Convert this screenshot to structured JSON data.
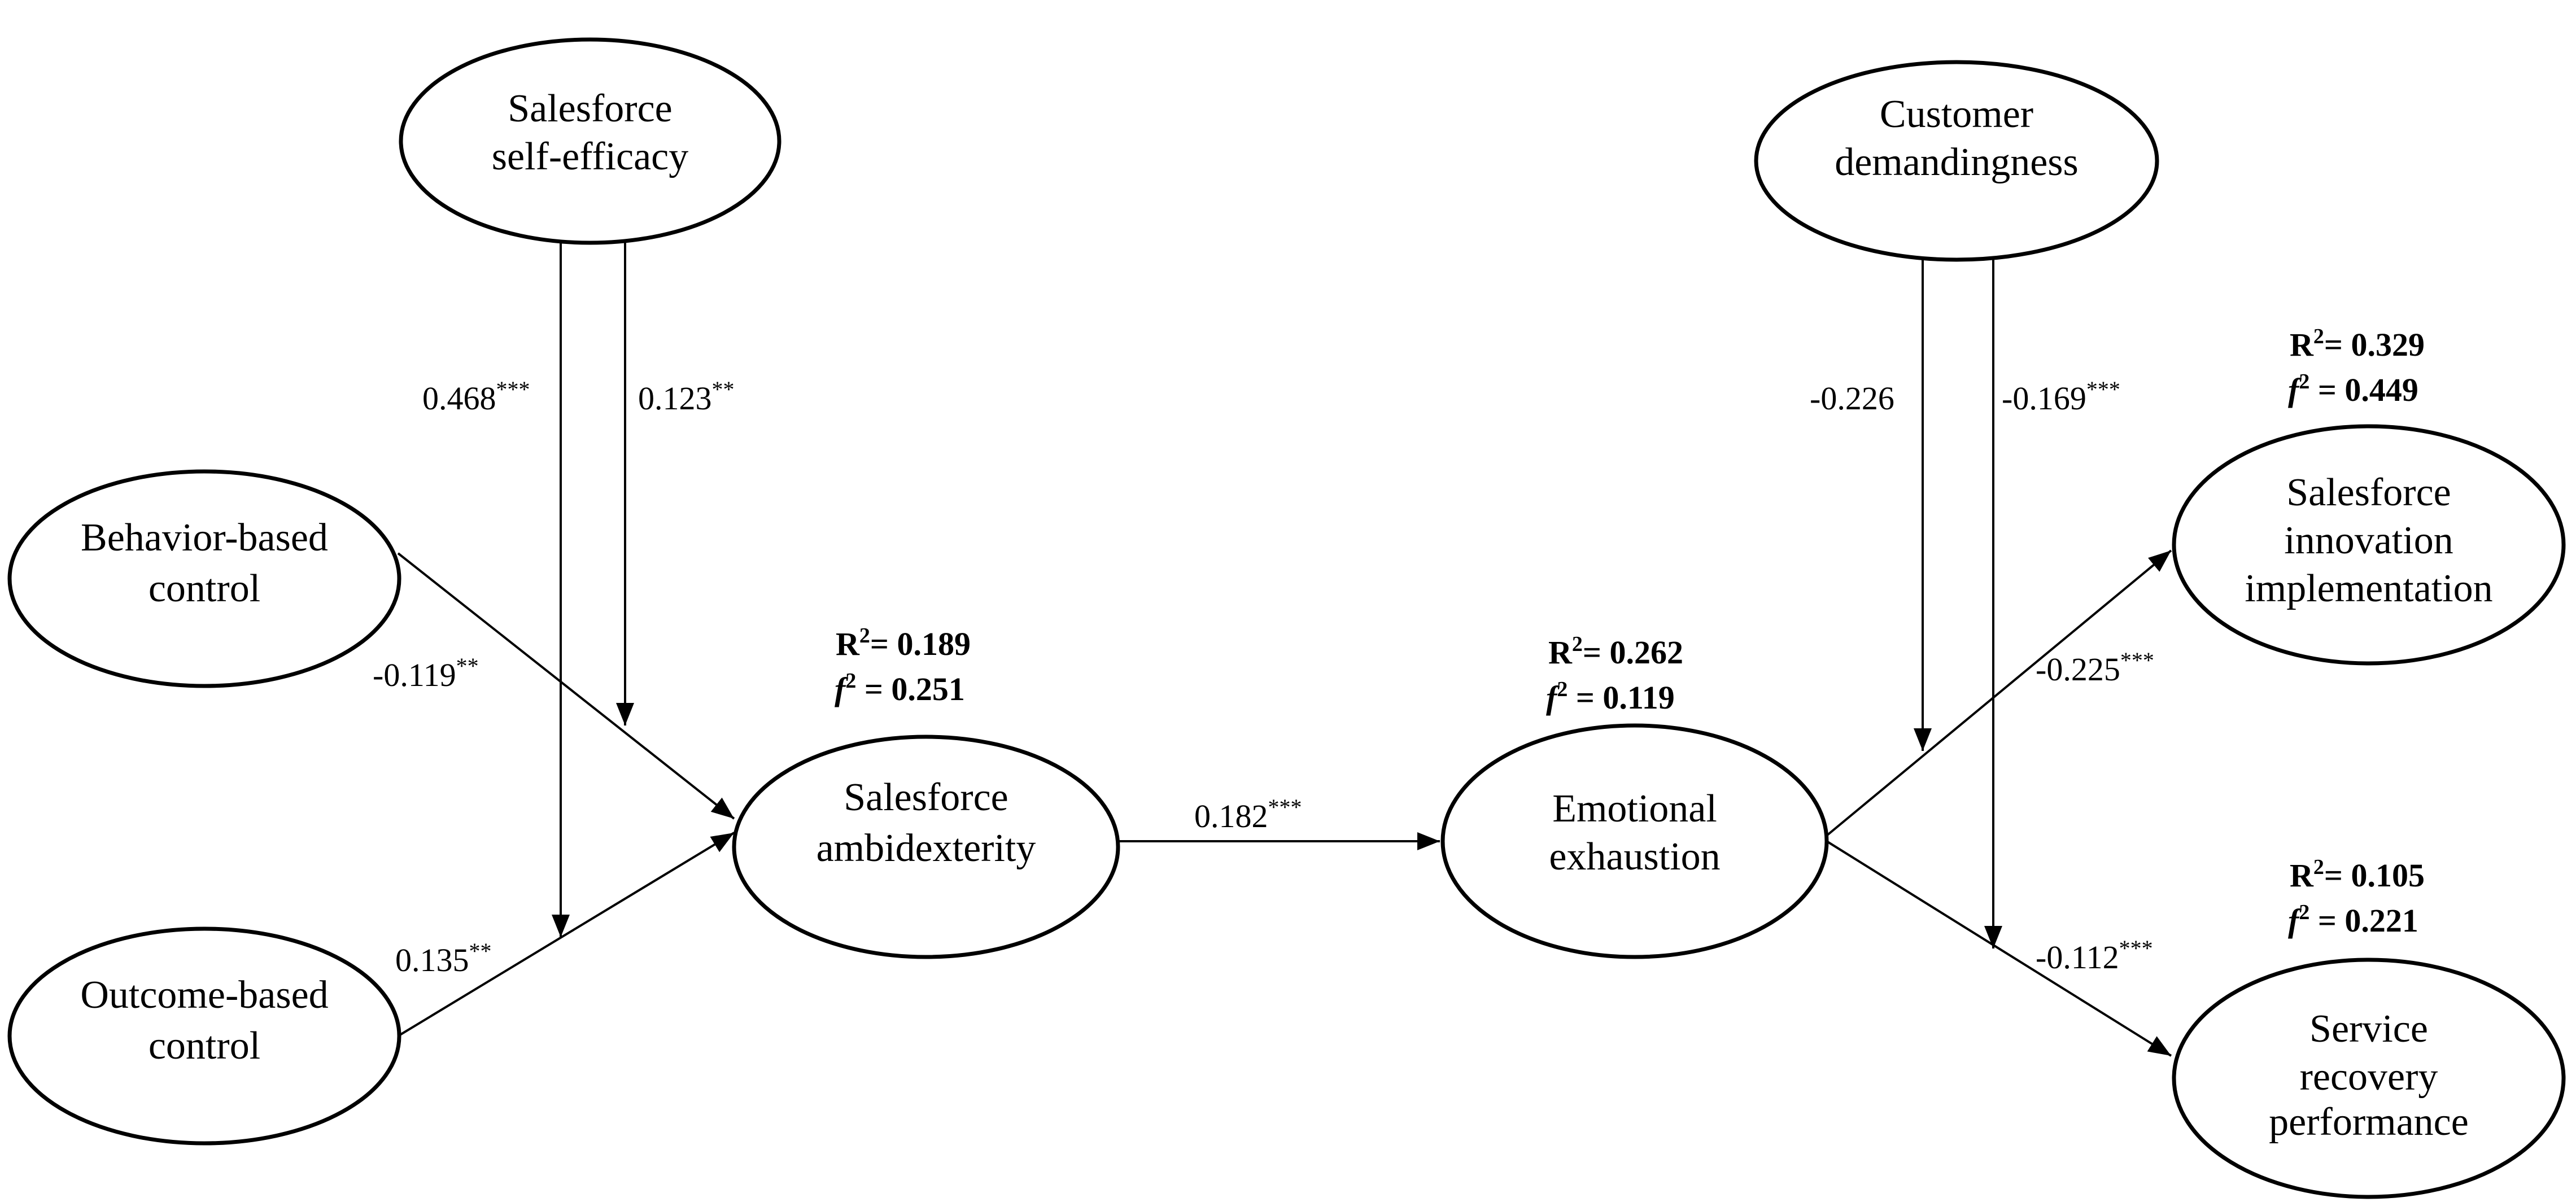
{
  "nodes": [
    {
      "id": "self_efficacy",
      "lines": [
        "Salesforce",
        "self-efficacy"
      ]
    },
    {
      "id": "demandingness",
      "lines": [
        "Customer",
        "demandingness"
      ]
    },
    {
      "id": "behavior",
      "lines": [
        "Behavior-based",
        "control"
      ]
    },
    {
      "id": "outcome",
      "lines": [
        "Outcome-based",
        "control"
      ]
    },
    {
      "id": "ambidexterity",
      "lines": [
        "Salesforce",
        "ambidexterity"
      ]
    },
    {
      "id": "exhaustion",
      "lines": [
        "Emotional",
        "exhaustion"
      ]
    },
    {
      "id": "innovation",
      "lines": [
        "Salesforce",
        "innovation",
        "implementation"
      ]
    },
    {
      "id": "recovery",
      "lines": [
        "Service",
        "recovery",
        "performance"
      ]
    }
  ],
  "paths": [
    {
      "id": "p1",
      "value": "0.468",
      "sig": "***"
    },
    {
      "id": "p2",
      "value": "0.123",
      "sig": "**"
    },
    {
      "id": "p3",
      "value": "-0.119",
      "sig": "**"
    },
    {
      "id": "p4",
      "value": "0.135",
      "sig": "**"
    },
    {
      "id": "p5",
      "value": "0.182",
      "sig": "***"
    },
    {
      "id": "p6",
      "value": "-0.226",
      "sig": ""
    },
    {
      "id": "p7",
      "value": "-0.169",
      "sig": "***"
    },
    {
      "id": "p8",
      "value": "-0.225",
      "sig": "***"
    },
    {
      "id": "p9",
      "value": "-0.112",
      "sig": "***"
    }
  ],
  "stats": [
    {
      "id": "s_amb",
      "r2": "0.189",
      "f2": "0.251"
    },
    {
      "id": "s_exh",
      "r2": "0.262",
      "f2": "0.119"
    },
    {
      "id": "s_inn",
      "r2": "0.329",
      "f2": "0.449"
    },
    {
      "id": "s_rec",
      "r2": "0.105",
      "f2": "0.221"
    }
  ],
  "symbols": {
    "r": "R",
    "f": "f",
    "sup2": "2",
    "eq": "= "
  }
}
